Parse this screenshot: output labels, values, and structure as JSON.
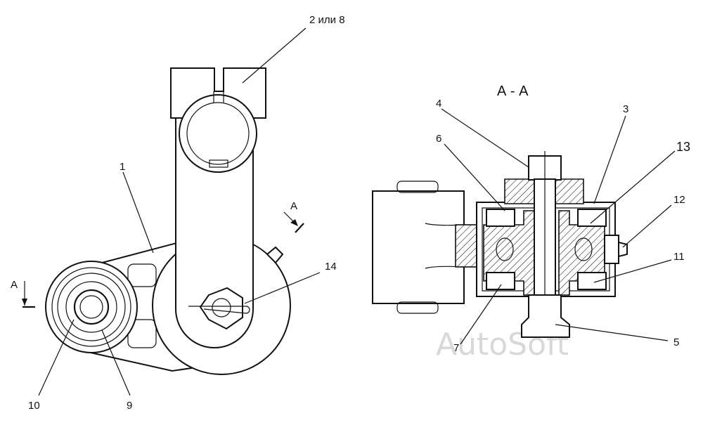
{
  "section_title": "А - А",
  "section_marker_left": "А",
  "section_marker_upper": "А",
  "watermark": "AutoSoft",
  "callouts": {
    "c1": "1",
    "c2": "2 или 8",
    "c3": "3",
    "c4": "4",
    "c5": "5",
    "c6": "6",
    "c7": "7",
    "c9": "9",
    "c10": "10",
    "c11": "11",
    "c12": "12",
    "c13": "13",
    "c14": "14"
  }
}
